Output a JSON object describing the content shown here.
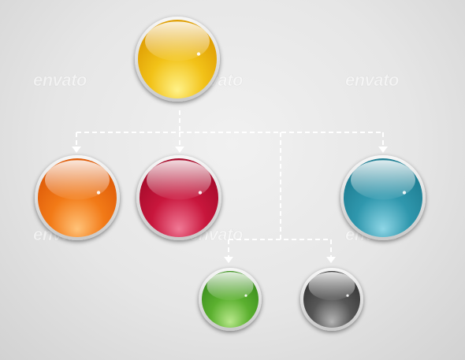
{
  "watermark": {
    "text": "envato"
  },
  "nodes": [
    {
      "id": "yellow",
      "color": "#f2c218",
      "light": "#fff28a",
      "dark": "#e0a005"
    },
    {
      "id": "orange",
      "color": "#f27a17",
      "light": "#ffc37a",
      "dark": "#e05e0a"
    },
    {
      "id": "crimson",
      "color": "#c8163c",
      "light": "#f07a96",
      "dark": "#a80c2c"
    },
    {
      "id": "teal",
      "color": "#2f97ad",
      "light": "#8fd6e6",
      "dark": "#1f7f94"
    },
    {
      "id": "green",
      "color": "#5bb02f",
      "light": "#b9e88c",
      "dark": "#3f9220"
    },
    {
      "id": "gray",
      "color": "#565656",
      "light": "#b4b4b4",
      "dark": "#3a3a3a"
    }
  ],
  "edges": [
    {
      "from": "yellow",
      "to": "orange"
    },
    {
      "from": "yellow",
      "to": "crimson"
    },
    {
      "from": "yellow",
      "to": "teal"
    },
    {
      "from": "yellow",
      "to": "green"
    },
    {
      "from": "yellow",
      "to": "gray"
    }
  ]
}
